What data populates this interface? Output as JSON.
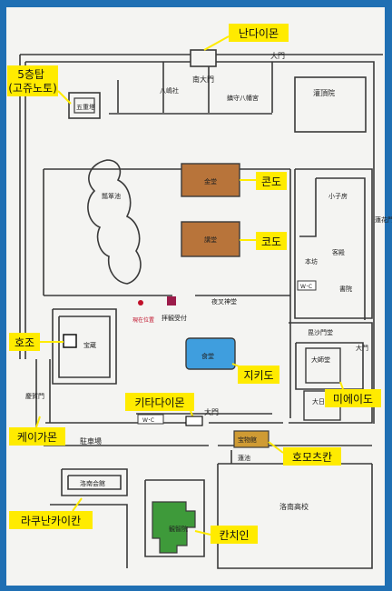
{
  "colors": {
    "background": "#1f6fb3",
    "board": "#f4f4f2",
    "line": "#3a3a3a",
    "callout": "#ffeb00",
    "kondo": "#b8743a",
    "jikido": "#3f9ede",
    "kanchiin": "#3e9a3a",
    "homotsukan": "#cf9b34",
    "genzai": "#c0102a",
    "haikan": "#9b1b4a"
  },
  "callouts": {
    "nandaimon": "난다이몬",
    "gojunoto": "5층탑\n(고쥬노토)",
    "kondo": "콘도",
    "kodo": "코도",
    "hozo": "호조",
    "jikido": "지키도",
    "kitadaimon": "키타다이몬",
    "mieido": "미에이도",
    "keigamon": "케이가몬",
    "homotsukan": "호모츠칸",
    "rakunan": "라쿠난카이칸",
    "kanchiin": "칸치인"
  },
  "map_labels": {
    "daimon_top": "大門",
    "nandaimon": "南大門",
    "hachishimasha": "八嶋社",
    "chinju": "鎮守八幡宮",
    "kanjoin": "灌頂院",
    "gojunoto": "五重塔",
    "hyotanike": "瓢箪池",
    "kondo": "金堂",
    "kodo": "講堂",
    "kojibo": "小子房",
    "hombo": "本坊",
    "kyakuden": "客殿",
    "shoin": "書院",
    "wc1": "W･C",
    "wc2": "W･C",
    "rengemon": "蓮花門",
    "genzai": "現在位置",
    "haikan": "拝観受付",
    "yasha": "夜叉神堂",
    "bishamon": "毘沙門堂",
    "hozo": "宝蔵",
    "jikido": "食堂",
    "daishido": "大師堂",
    "keigamon": "慶賀門",
    "daimon_kita": "大門",
    "daimon_right": "大門",
    "dainichido": "大日堂",
    "chushajo": "駐車場",
    "homotsukan": "宝物館",
    "renchi": "蓮池",
    "rakunan_kaikan": "洛南会館",
    "rakunan_koko": "洛南高校",
    "kanchiin": "観智院"
  }
}
